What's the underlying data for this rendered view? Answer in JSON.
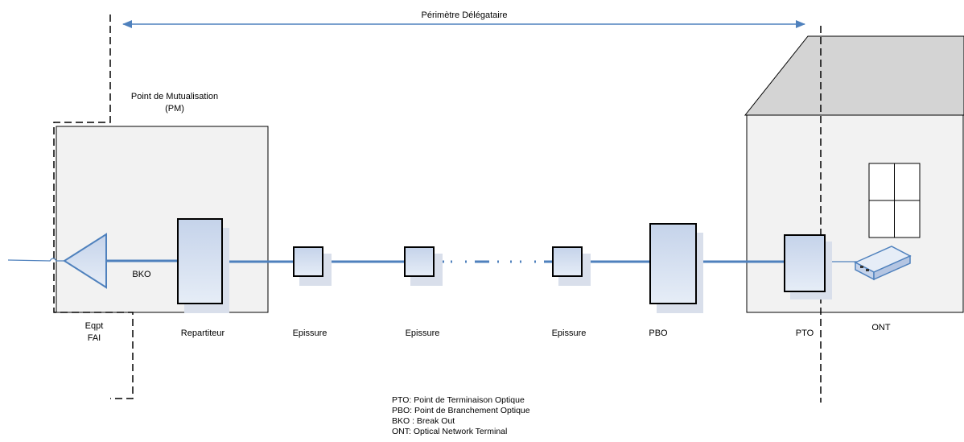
{
  "perimeter": {
    "label": "Périmètre Délégataire"
  },
  "pm": {
    "label_line1": "Point de Mutualisation",
    "label_line2": "(PM)"
  },
  "components": {
    "eqpt_line1": "Eqpt",
    "eqpt_line2": "FAI",
    "bko": "BKO",
    "repartiteur": "Repartiteur",
    "epissure_1": "Epissure",
    "epissure_2": "Epissure",
    "epissure_3": "Epissure",
    "pbo": "PBO",
    "pto": "PTO",
    "ont": "ONT"
  },
  "legend": [
    "PTO: Point de Terminaison Optique",
    "PBO: Point de Branchement Optique",
    "BKO : Break Out",
    "ONT: Optical Network Terminal"
  ],
  "icons": {
    "eqpt": "triangle-amplifier-icon",
    "ont": "ont-device-icon",
    "house": "house-icon",
    "window": "window-icon"
  },
  "colors": {
    "fiber": "#4f81bd",
    "box_fill_top": "#c5d3ea",
    "box_fill_bottom": "#e6edf7",
    "enclosure_fill": "#f2f2f2",
    "roof_fill": "#d4d4d4"
  }
}
